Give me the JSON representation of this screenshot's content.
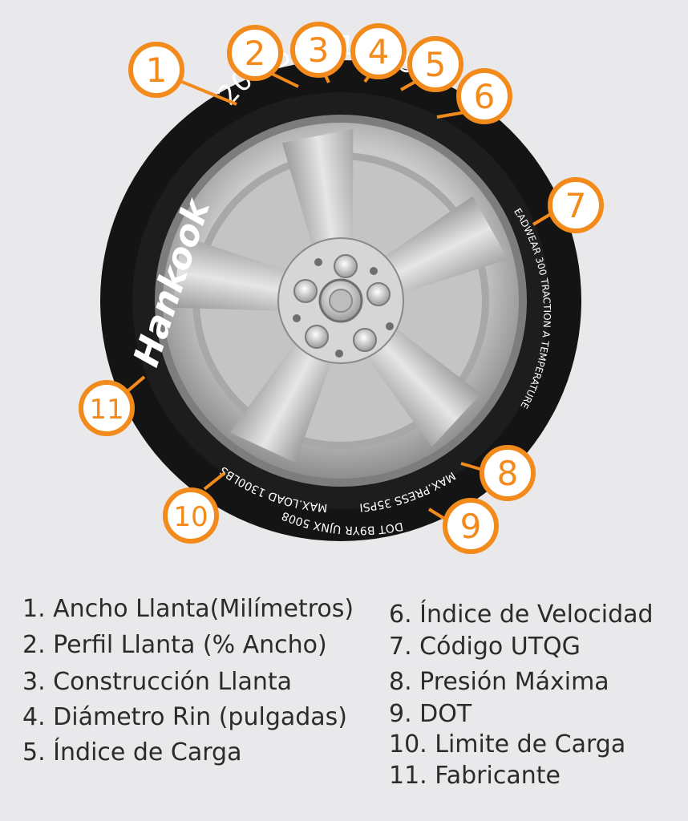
{
  "colors": {
    "accent": "#f28a1c",
    "background": "#e9e8ea",
    "tire": "#141414",
    "text": "#2b2b2b"
  },
  "tire": {
    "size_text": "205/55 R16 99W",
    "brand": "Hankook",
    "utqg_text": "TREADWEAR 300 TRACTION A TEMPERATURE B",
    "max_press_text": "MAX.PRESS 35PSI",
    "max_load_text": "MAX.LOAD 1300LBS",
    "dot_text": "DOT   B9YR   UJNX   5008"
  },
  "callouts": [
    {
      "number": "1"
    },
    {
      "number": "2"
    },
    {
      "number": "3"
    },
    {
      "number": "4"
    },
    {
      "number": "5"
    },
    {
      "number": "6"
    },
    {
      "number": "7"
    },
    {
      "number": "8"
    },
    {
      "number": "9"
    },
    {
      "number": "10"
    },
    {
      "number": "11"
    }
  ],
  "legend": [
    "1. Ancho Llanta(Milímetros)",
    "2. Perfil Llanta (% Ancho)",
    "3. Construcción Llanta",
    "4. Diámetro Rin (pulgadas)",
    "5. Índice de Carga",
    "6. Índice de Velocidad",
    "7. Código UTQG",
    "8. Presión Máxima",
    "9. DOT",
    "10.  Limite de Carga",
    "11.  Fabricante"
  ]
}
